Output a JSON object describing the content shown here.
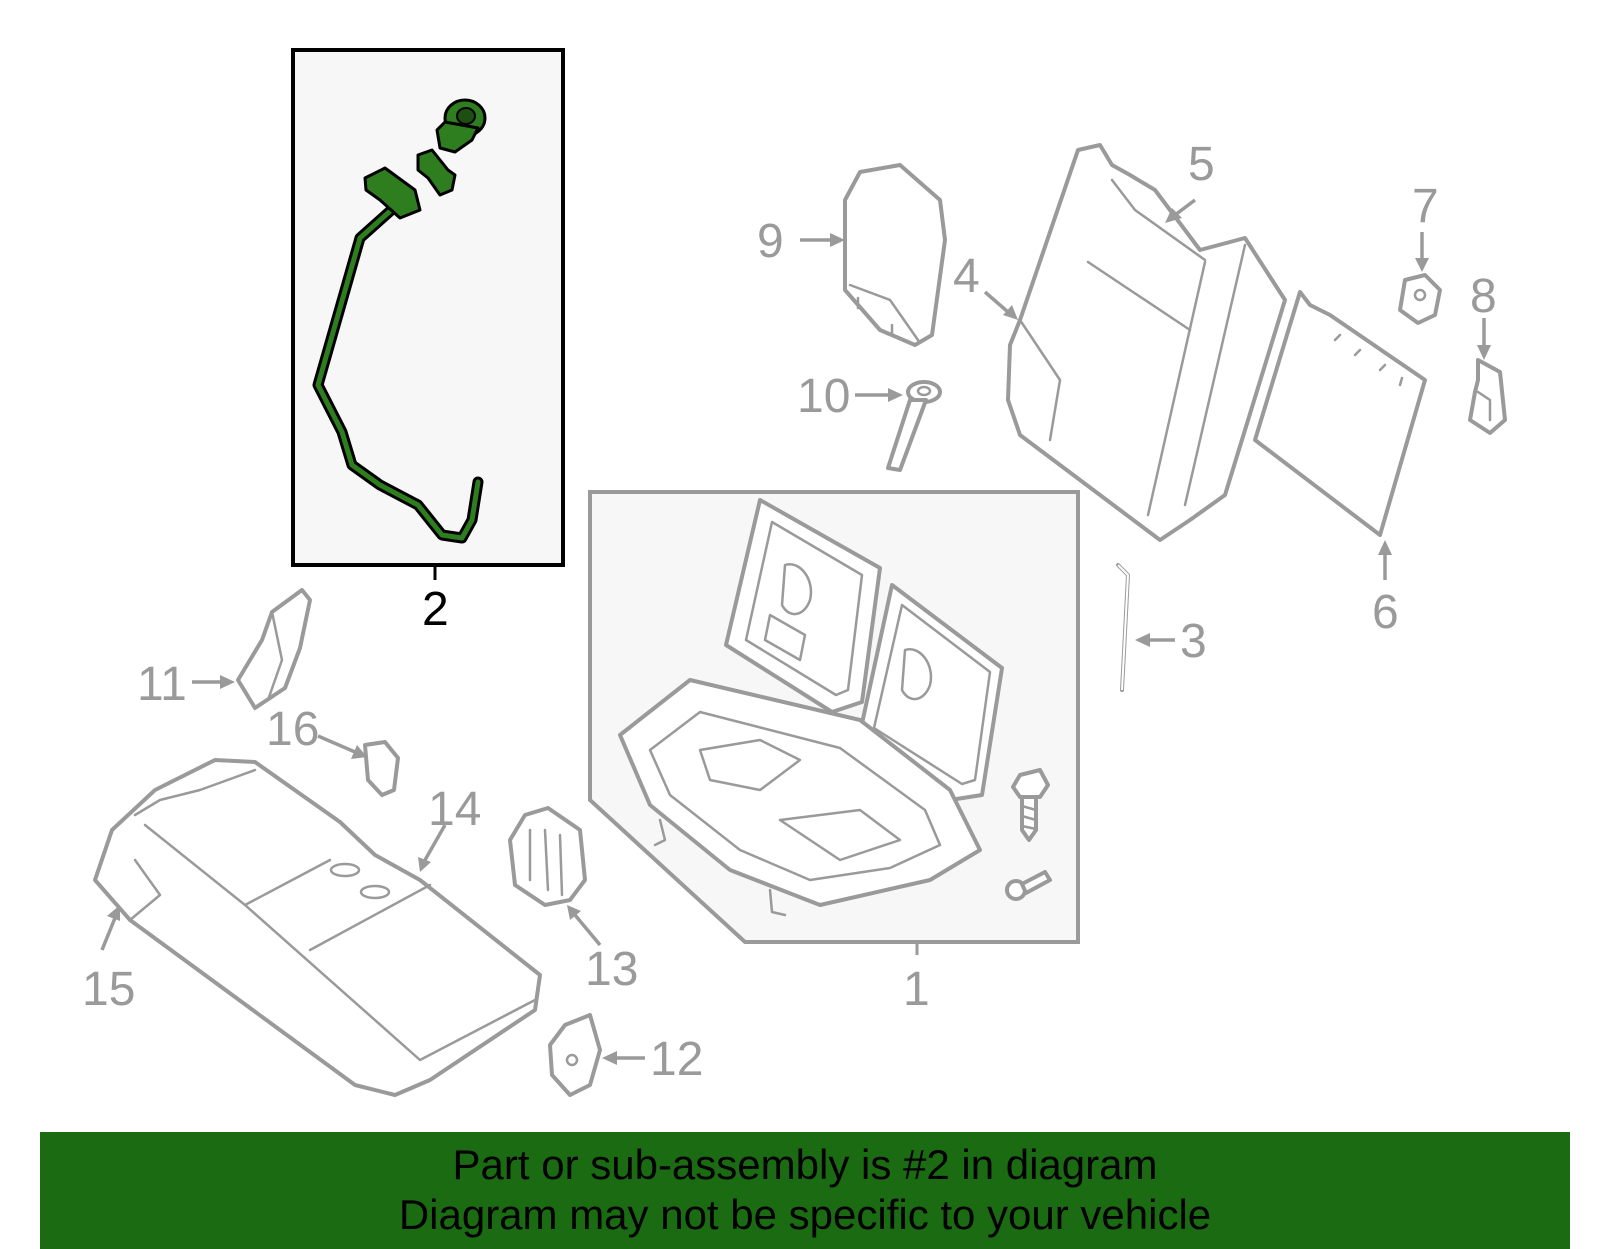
{
  "callouts": {
    "c1": "1",
    "c2": "2",
    "c3": "3",
    "c4": "4",
    "c5": "5",
    "c6": "6",
    "c7": "7",
    "c8": "8",
    "c9": "9",
    "c10": "10",
    "c11": "11",
    "c12": "12",
    "c13": "13",
    "c14": "14",
    "c15": "15",
    "c16": "16"
  },
  "highlighted_part": "2",
  "colors": {
    "highlight_green": "#2e7d1e",
    "banner_green": "#1a6b12",
    "line_gray": "#9a9a9a"
  },
  "banner": {
    "line1": "Part or sub-assembly is #2 in diagram",
    "line2": "Diagram may not be specific to your vehicle"
  }
}
